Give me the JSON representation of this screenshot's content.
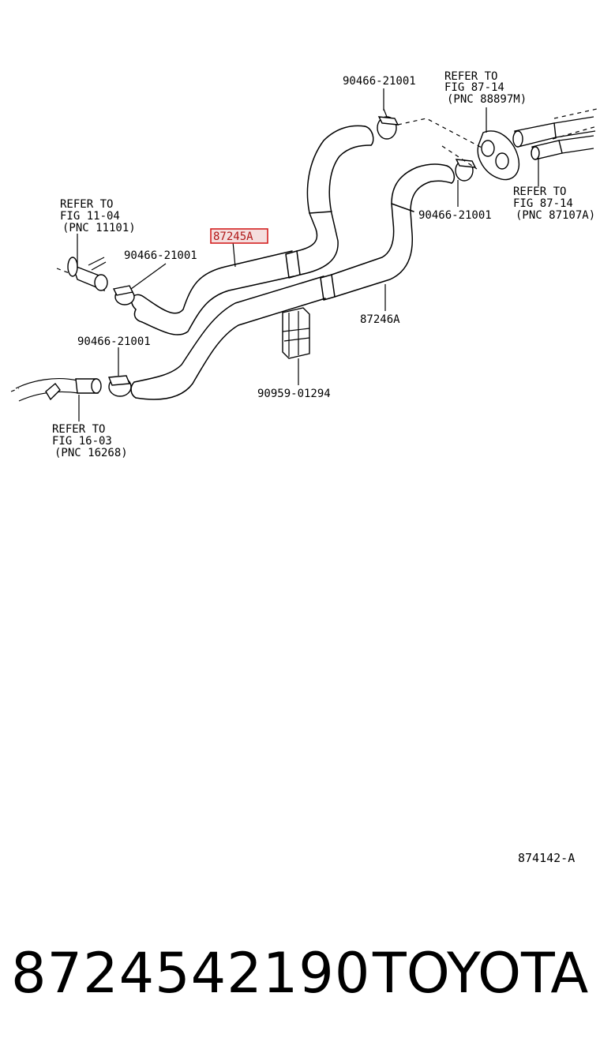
{
  "labels": {
    "clip_top": "90466-21001",
    "refer_top_right_1": "REFER TO",
    "refer_top_right_2": "FIG 87-14",
    "refer_top_right_3": "(PNC 88897M)",
    "clip_right": "90466-21001",
    "refer_right_1": "REFER TO",
    "refer_right_2": "FIG 87-14",
    "refer_right_3": "(PNC 87107A)",
    "refer_left_1": "REFER TO",
    "refer_left_2": "FIG 11-04",
    "refer_left_3": "(PNC 11101)",
    "hose_highlighted": "87245A",
    "clip_left_upper": "90466-21001",
    "hose_lower": "87246A",
    "clip_left_lower": "90466-21001",
    "clamp_block": "90959-01294",
    "refer_bottom_1": "REFER TO",
    "refer_bottom_2": "FIG 16-03",
    "refer_bottom_3": "(PNC 16268)"
  },
  "figure_code": "874142-A",
  "footer": {
    "part_number": "8724542190",
    "brand": "TOYOTA"
  },
  "colors": {
    "highlight_stroke": "#d42020",
    "highlight_fill": "#f4dede"
  }
}
